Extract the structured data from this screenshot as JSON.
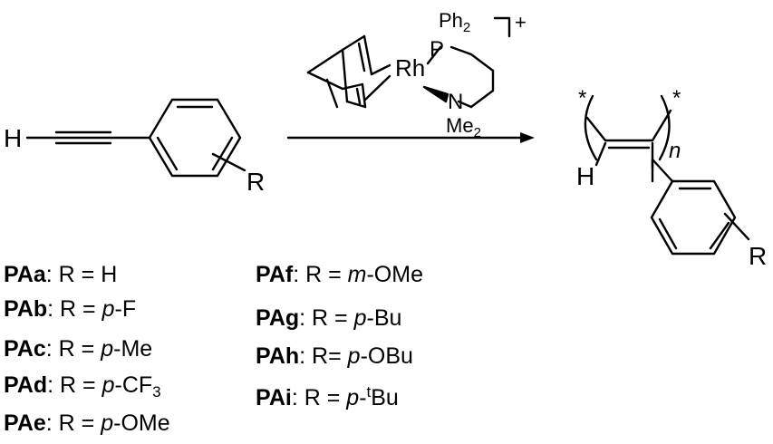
{
  "reactant": {
    "h_label": "H",
    "r_label": "R"
  },
  "catalyst": {
    "metal": "Rh",
    "phosphorus": "P",
    "phosphine_substituent": "Ph",
    "phosphine_subscript": "2",
    "nitrogen": "N",
    "amine_substituent": "Me",
    "amine_subscript": "2",
    "charge": "+"
  },
  "product": {
    "end_mark_left": "*",
    "end_mark_right": "*",
    "h_label": "H",
    "repeat_label": "n",
    "r_label": "R"
  },
  "legend": [
    {
      "code": "PAa",
      "sep": ":",
      "text": " R = H",
      "prefix": "",
      "suffix": "",
      "sub": "",
      "sup": "",
      "after": ""
    },
    {
      "code": "PAb",
      "sep": ":",
      "text": " R = ",
      "prefix": "p",
      "suffix": "-F",
      "sub": "",
      "sup": "",
      "after": ""
    },
    {
      "code": "PAc",
      "sep": ":",
      "text": " R = ",
      "prefix": "p",
      "suffix": "-Me",
      "sub": "",
      "sup": "",
      "after": ""
    },
    {
      "code": "PAd",
      "sep": ":",
      "text": " R = ",
      "prefix": "p",
      "suffix": "-CF",
      "sub": "3",
      "sup": "",
      "after": ""
    },
    {
      "code": "PAe",
      "sep": ":",
      "text": " R = ",
      "prefix": "p",
      "suffix": "-OMe",
      "sub": "",
      "sup": "",
      "after": ""
    },
    {
      "code": "PAf",
      "sep": ":",
      "text": "  R = ",
      "prefix": "m",
      "suffix": "-OMe",
      "sub": "",
      "sup": "",
      "after": ""
    },
    {
      "code": "PAg",
      "sep": ":",
      "text": " R = ",
      "prefix": "p",
      "suffix": "-Bu",
      "sub": "",
      "sup": "",
      "after": ""
    },
    {
      "code": "PAh",
      "sep": ":",
      "text": " R= ",
      "prefix": "p",
      "suffix": "-OBu",
      "sub": "",
      "sup": "",
      "after": ""
    },
    {
      "code": "PAi",
      "sep": ":",
      "text": "  R = ",
      "prefix": "p",
      "suffix": "-",
      "sub": "",
      "sup": "t",
      "after": "Bu"
    }
  ]
}
